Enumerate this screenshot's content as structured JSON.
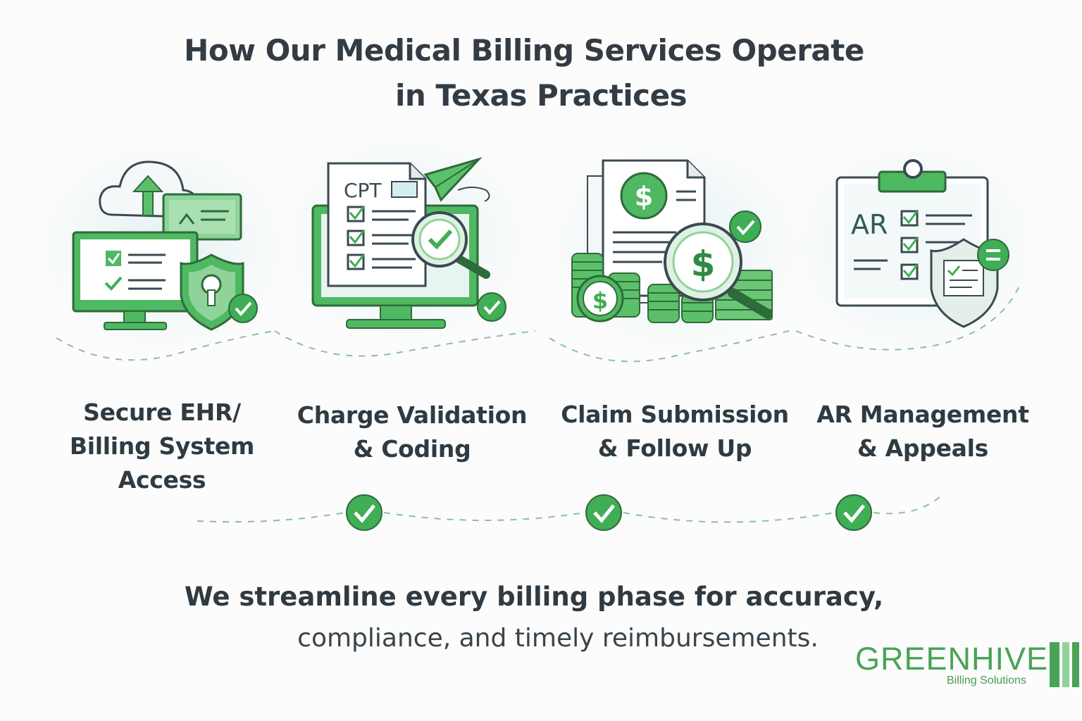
{
  "title": {
    "line1": "How Our Medical Billing Services Operate",
    "line2": "in Texas Practices"
  },
  "steps": [
    {
      "line1": "Secure EHR/",
      "line2": "Billing System",
      "line3": "Access",
      "icon": "secure-ehr-access-illustration"
    },
    {
      "line1": "Charge Validation",
      "line2": "& Coding",
      "icon": "charge-validation-illustration",
      "doc_label": "CPT"
    },
    {
      "line1": "Claim Submission",
      "line2": "& Follow Up",
      "icon": "claim-submission-illustration",
      "symbol": "$"
    },
    {
      "line1": "AR Management",
      "line2": "& Appeals",
      "icon": "ar-management-illustration",
      "doc_label": "AR"
    }
  ],
  "tagline": {
    "line1": "We streamline every billing phase for accuracy,",
    "line2": "compliance, and timely reimbursements."
  },
  "logo": {
    "name": "GREENHIVE",
    "subtitle": "Billing Solutions"
  },
  "colors": {
    "primary_green": "#3fae55",
    "dark_green": "#2e8b45",
    "light_green": "#bfe6c6",
    "text_dark": "#2f3a42"
  }
}
